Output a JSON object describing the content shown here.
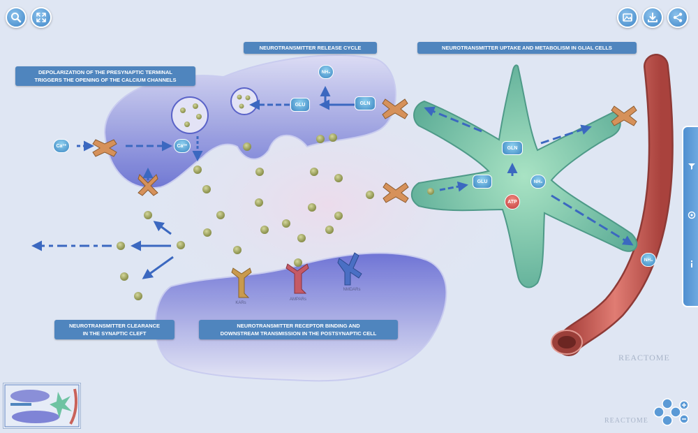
{
  "labels": {
    "release_cycle": "NEUROTRANSMITTER RELEASE CYCLE",
    "uptake_glial": "NEUROTRANSMITTER UPTAKE AND METABOLISM IN GLIAL CELLS",
    "depolarization_line1": "DEPOLARIZATION OF THE PRESYNAPTIC TERMINAL",
    "depolarization_line2": "TRIGGERS THE OPENING OF THE CALCIUM CHANNELS",
    "clearance_line1": "NEUROTRANSMITTER CLEARANCE",
    "clearance_line2": "IN THE SYNAPTIC CLEFT",
    "receptor_line1": "NEUROTRANSMITTER RECEPTOR BINDING AND",
    "receptor_line2": "DOWNSTREAM TRANSMISSION IN THE POSTSYNAPTIC CELL"
  },
  "molecules": {
    "gln": "GLN",
    "glu": "GLU",
    "nh3": "NH₃",
    "atp": "ATP",
    "ca": "Ca²⁺"
  },
  "receptors": [
    "KARs",
    "AMPARs",
    "NMDARs"
  ],
  "toolbar": {
    "left": [
      {
        "name": "search-icon"
      },
      {
        "name": "fit-screen-icon"
      }
    ],
    "right": [
      {
        "name": "export-image-icon"
      },
      {
        "name": "download-icon"
      },
      {
        "name": "share-icon"
      }
    ]
  },
  "side_panel_icons": [
    "filter-icon",
    "overlay-icon",
    "info-icon"
  ],
  "logo": "REACTOME",
  "colors": {
    "presynaptic": "#7f86d6",
    "postsynaptic": "#7c7fd8",
    "glial": "#6ec3a2",
    "vessel": "#c9625a",
    "label_bg": "#4f85be",
    "vesicle_dot": "#a8ae6a",
    "arrow": "#3b68c0",
    "atp": "#cc4f4f",
    "receptor_kar": "#c99a4d",
    "receptor_ampa": "#c55a66",
    "receptor_nmda": "#4a6fc4"
  }
}
